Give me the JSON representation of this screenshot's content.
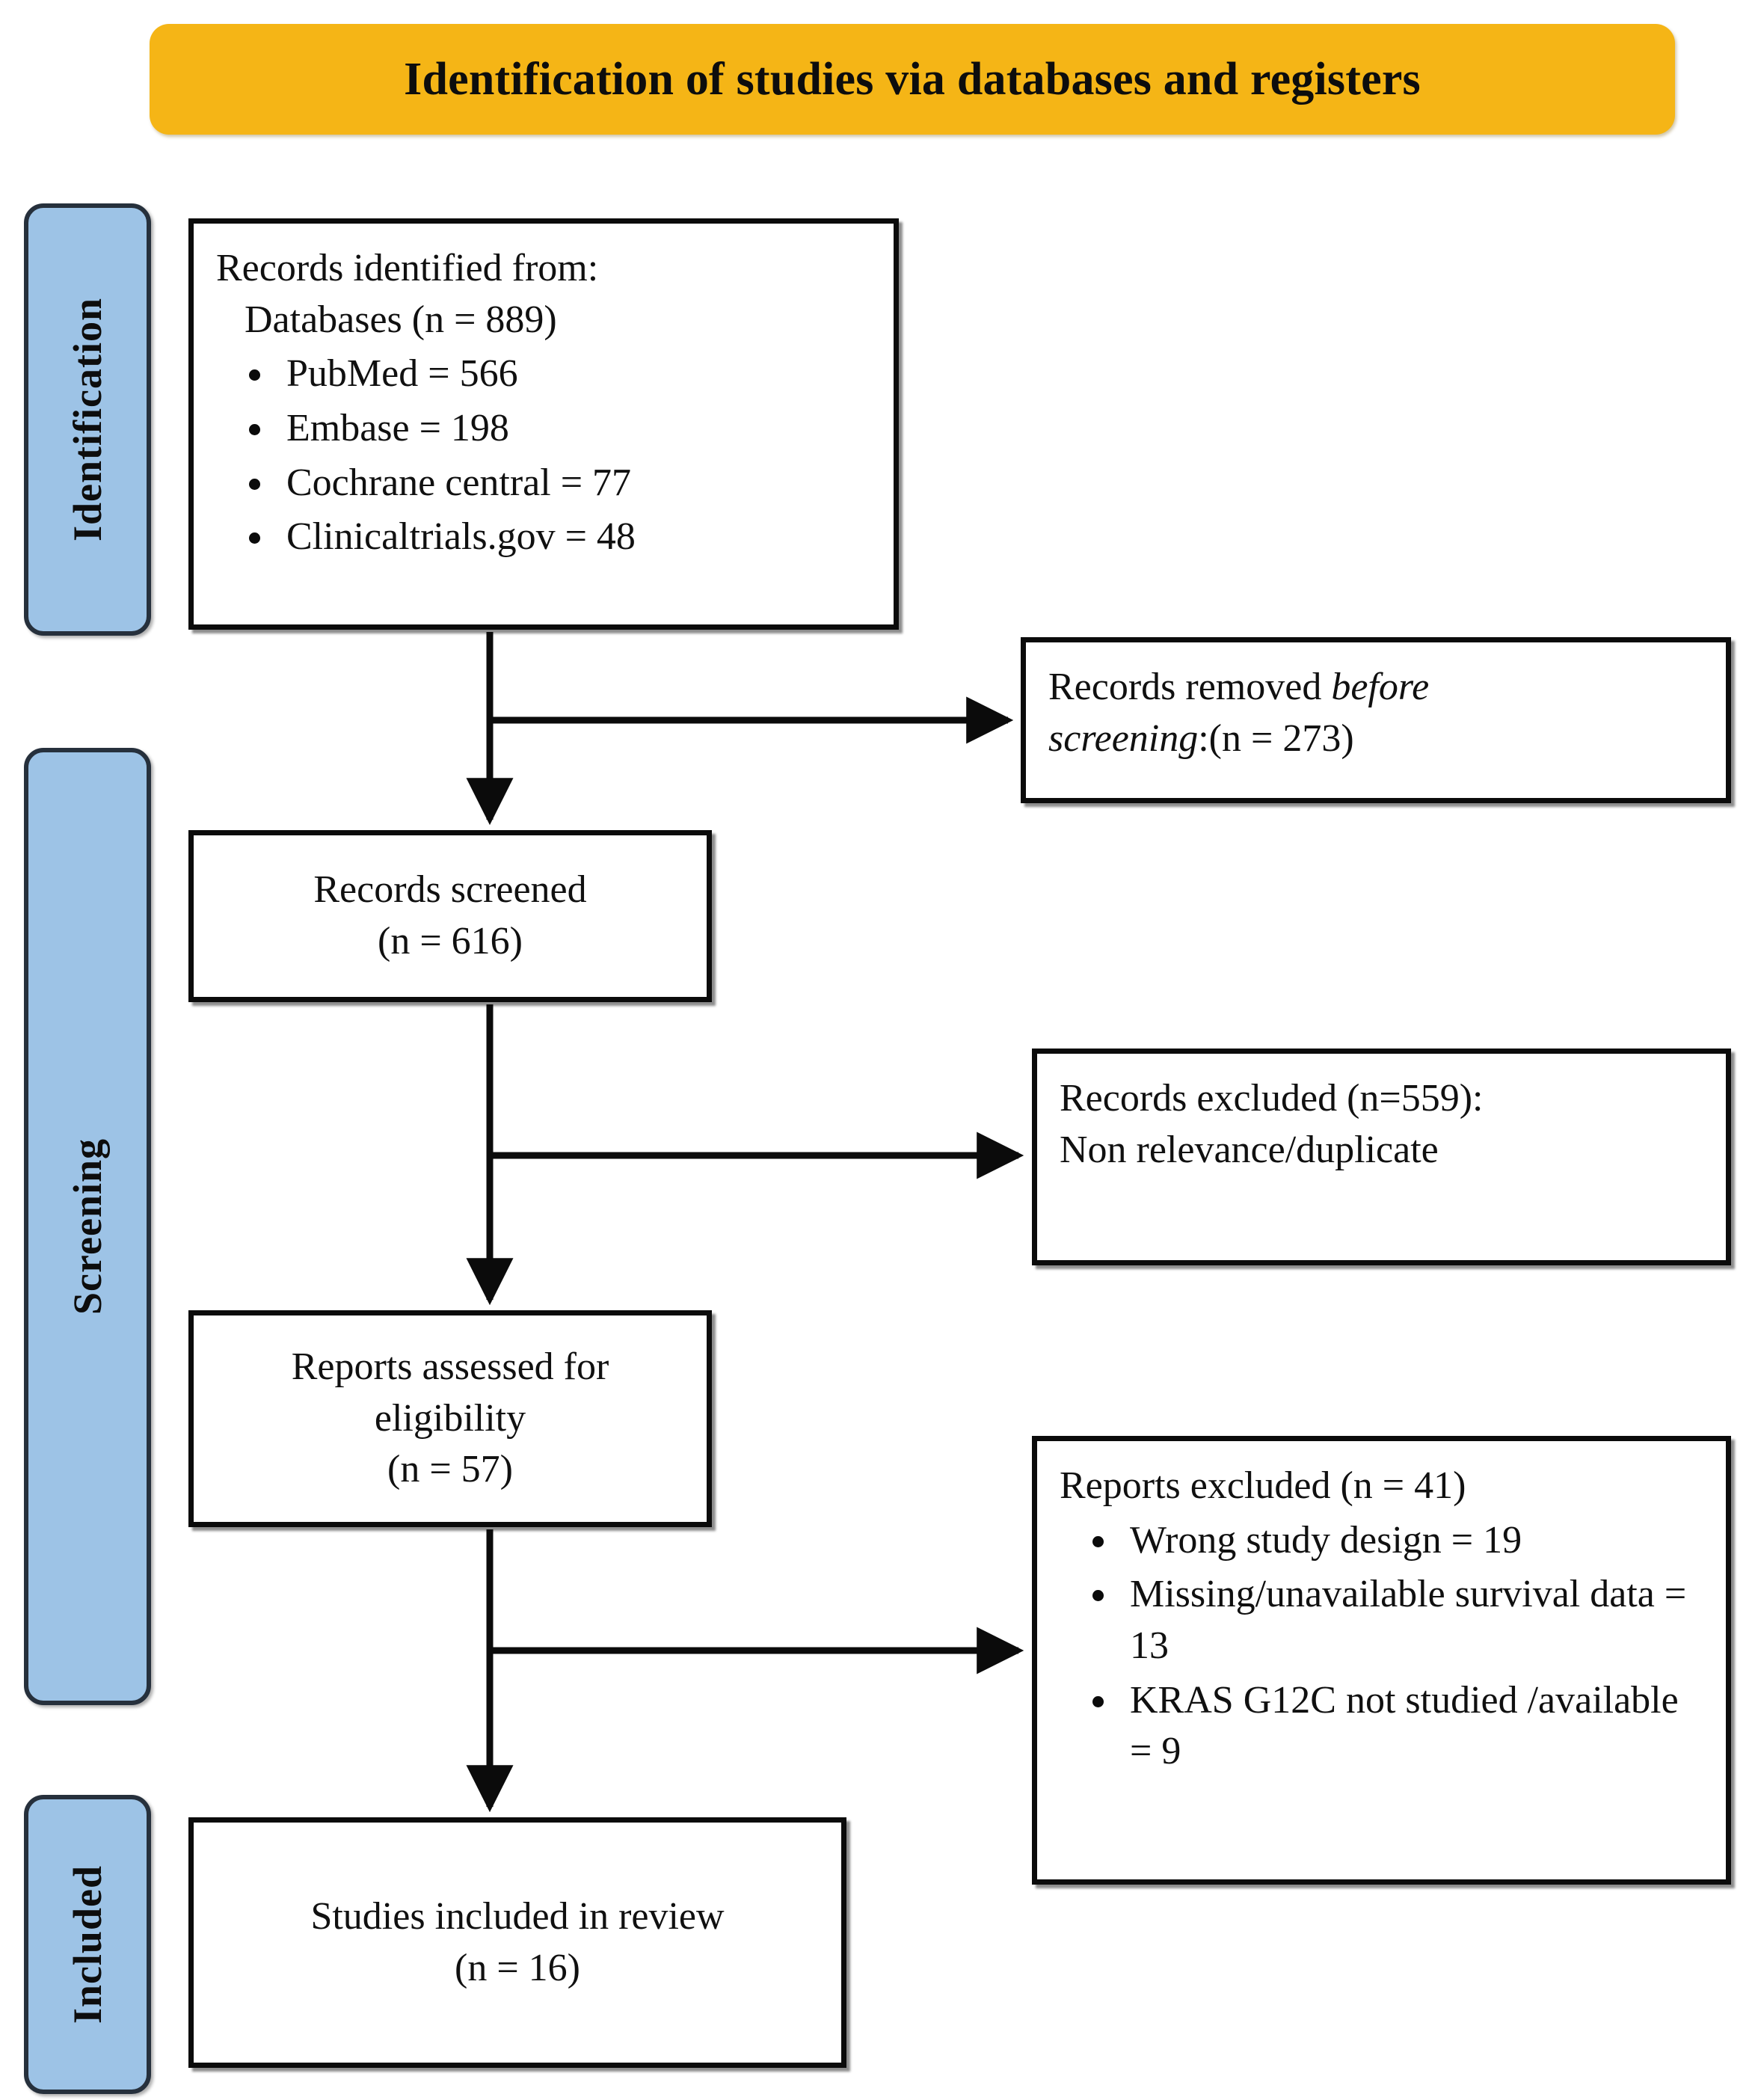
{
  "banner": {
    "title": "Identification of studies via databases and registers",
    "color": "#F5B516"
  },
  "stages": {
    "identification": "Identification",
    "screening": "Screening",
    "included": "Included",
    "color": "#9DC3E6"
  },
  "boxes": {
    "identified": {
      "heading": "Records identified from:",
      "subheading": "Databases (n = 889)",
      "bullets": [
        "PubMed = 566",
        "Embase = 198",
        "Cochrane central = 77",
        "Clinicaltrials.gov = 48"
      ]
    },
    "removed_before_screening": {
      "line1_prefix": "Records removed ",
      "line1_italic": "before",
      "line2_italic": "screening",
      "line2_suffix": ":(n = 273)"
    },
    "records_screened": {
      "line1": "Records screened",
      "line2": "(n = 616)"
    },
    "records_excluded": {
      "line1": "Records excluded (n=559):",
      "line2": "Non relevance/duplicate"
    },
    "reports_assessed": {
      "line1": "Reports assessed for",
      "line2": "eligibility",
      "line3": "(n = 57)"
    },
    "reports_excluded": {
      "heading": "Reports excluded (n = 41)",
      "bullets": [
        "Wrong study design = 19",
        "Missing/unavailable survival data = 13",
        "KRAS G12C not studied /available = 9"
      ]
    },
    "studies_included": {
      "line1": "Studies included in review",
      "line2": "(n = 16)"
    }
  }
}
